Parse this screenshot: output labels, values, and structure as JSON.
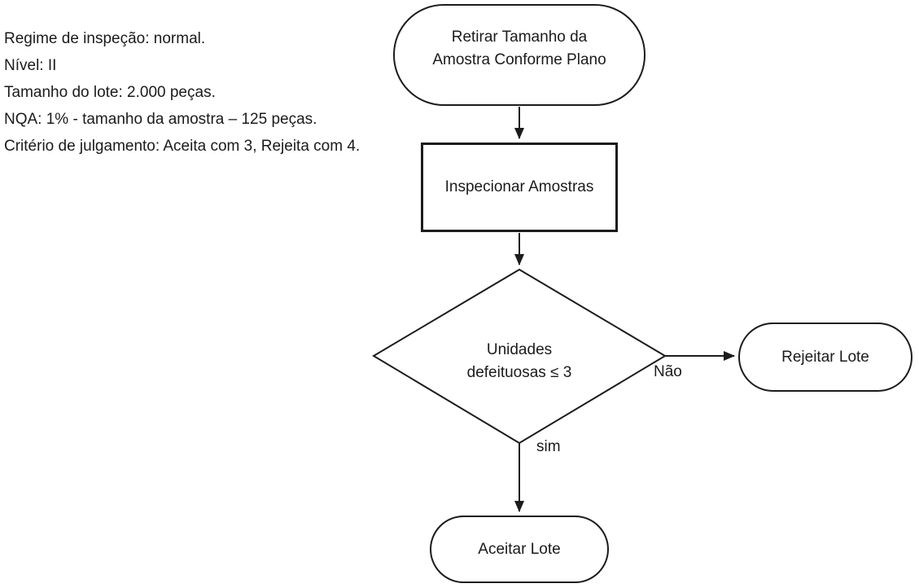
{
  "canvas": {
    "background": "#ffffff",
    "stroke_color": "#1c1c1c",
    "text_color": "#1b1b1b"
  },
  "info_block": {
    "lines": [
      "Regime de inspeção: normal.",
      "Nível: II",
      "Tamanho do lote: 2.000 peças.",
      "NQA: 1% - tamanho da amostra – 125 peças.",
      "Critério de julgamento: Aceita com 3, Rejeita com 4."
    ]
  },
  "flowchart": {
    "nodes": {
      "start": {
        "type": "terminator",
        "label": "Retirar Tamanho  da\nAmostra Conforme Plano"
      },
      "process": {
        "type": "process",
        "label": "Inspecionar Amostras"
      },
      "decision": {
        "type": "decision",
        "label": "Unidades\ndefeituosas ≤ 3"
      },
      "reject": {
        "type": "terminator",
        "label": "Rejeitar Lote"
      },
      "accept": {
        "type": "terminator",
        "label": "Aceitar Lote"
      }
    },
    "edge_labels": {
      "no": "Não",
      "yes": "sim"
    }
  }
}
